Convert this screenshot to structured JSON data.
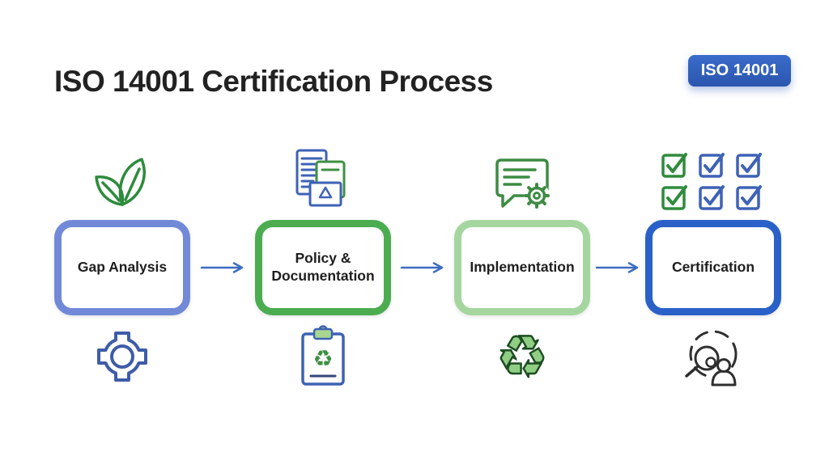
{
  "header": {
    "title": "ISO 14001 Certification Process",
    "badge_label": "ISO 14001"
  },
  "steps": [
    {
      "label": "Gap Analysis",
      "top_icon": "leaf-icon",
      "bottom_icon": "gear-icon"
    },
    {
      "label": "Policy & Documentation",
      "top_icon": "documents-recycle-icon",
      "bottom_icon": "clipboard-recycle-icon"
    },
    {
      "label": "Implementation",
      "top_icon": "chat-gear-icon",
      "bottom_icon": "recycle-arrows-icon"
    },
    {
      "label": "Certification",
      "top_icon": "checklist-grid-icon",
      "bottom_icon": "audit-magnifier-icon"
    }
  ],
  "glyphs": {
    "recycle": "♻"
  },
  "colors": {
    "step1_border": "#7289d8",
    "step2_border": "#4bad4f",
    "step3_border": "#a5d69f",
    "step4_border": "#2a61c8",
    "arrow": "#3d6cc0",
    "badge_bg": "#2e5cb8",
    "badge_text": "#ffffff",
    "title_text": "#222222",
    "icon_green": "#2e8b3c",
    "icon_blue": "#3e62b5",
    "icon_dark_blue": "#3f5ca8",
    "icon_dark": "#2f2f2f",
    "recycle_fill": "#90ce85",
    "recycle_outline": "#1d4d22",
    "box_text": "#1e1e1e"
  }
}
